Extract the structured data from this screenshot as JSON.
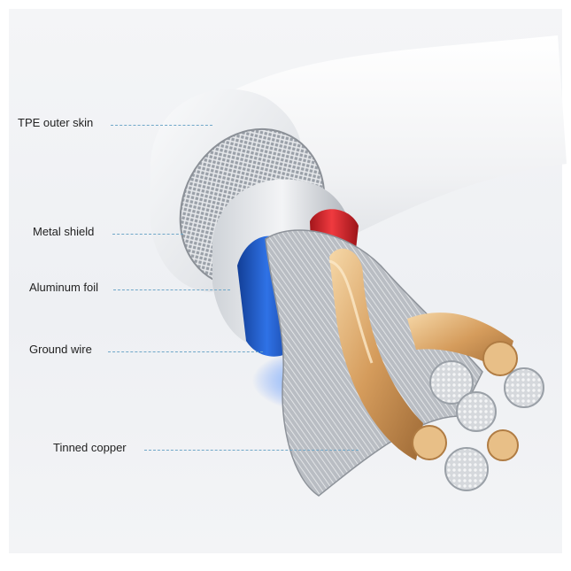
{
  "labels": {
    "tpe": "TPE outer skin",
    "shield": "Metal shield",
    "foil": "Aluminum foil",
    "ground": "Ground wire",
    "copper": "Tinned copper"
  },
  "colors": {
    "leader": "#6fa7c8",
    "red_wire": "#d8242b",
    "blue_wire": "#1f5fd0",
    "copper": "#e0b07a",
    "strand": "#c9ccd1"
  }
}
